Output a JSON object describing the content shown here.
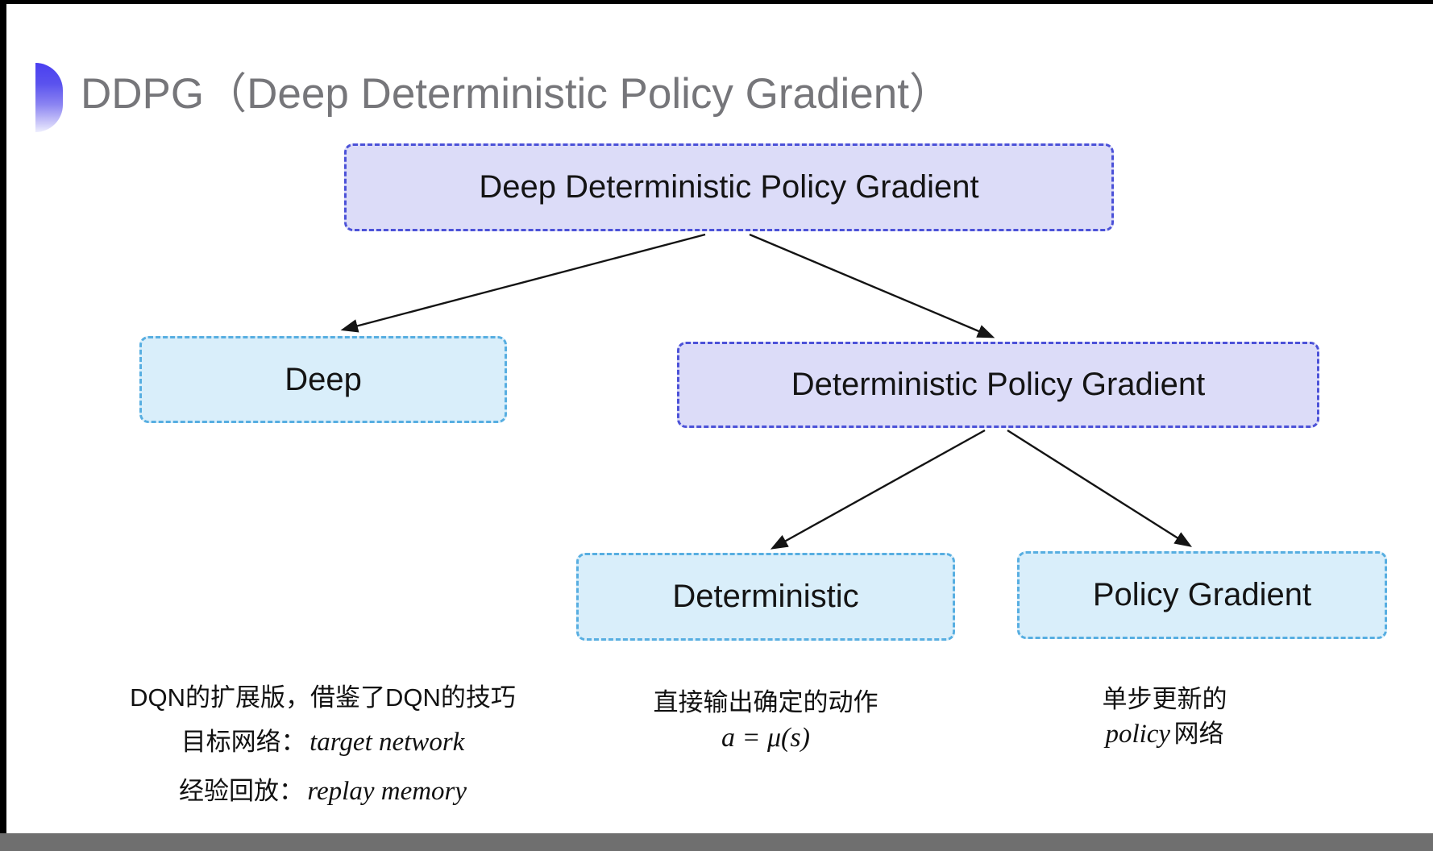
{
  "page": {
    "title": "DDPG（Deep Deterministic Policy Gradient）"
  },
  "diagram": {
    "nodes": {
      "root": {
        "label": "Deep Deterministic Policy Gradient",
        "variant": "purple"
      },
      "deep": {
        "label": "Deep",
        "variant": "cyan"
      },
      "dpg": {
        "label": "Deterministic Policy Gradient",
        "variant": "purple"
      },
      "deterministic": {
        "label": "Deterministic",
        "variant": "cyan"
      },
      "policy_gradient": {
        "label": "Policy Gradient",
        "variant": "cyan"
      }
    },
    "edges": [
      "root->deep",
      "root->dpg",
      "dpg->deterministic",
      "dpg->policy_gradient"
    ]
  },
  "notes": {
    "deep": {
      "line1": "DQN的扩展版，借鉴了DQN的技巧",
      "line2_label": "目标网络：",
      "line2_value": "target network",
      "line3_label": "经验回放：",
      "line3_value": "replay memory"
    },
    "deterministic": {
      "line1": "直接输出确定的动作",
      "formula": "a = μ(s)"
    },
    "policy_gradient": {
      "line1": "单步更新的",
      "line2_en": "policy",
      "line2_zh": " 网络"
    }
  },
  "colors": {
    "purple_fill": "#dcdcf8",
    "purple_border": "#4c52d8",
    "cyan_fill": "#d9eefa",
    "cyan_border": "#57aee1",
    "title_gray": "#76767a",
    "arrow": "#141414",
    "bullet_blue": "#4a3ff0"
  },
  "icons": {
    "bullet": "half-circle-gradient-icon"
  }
}
